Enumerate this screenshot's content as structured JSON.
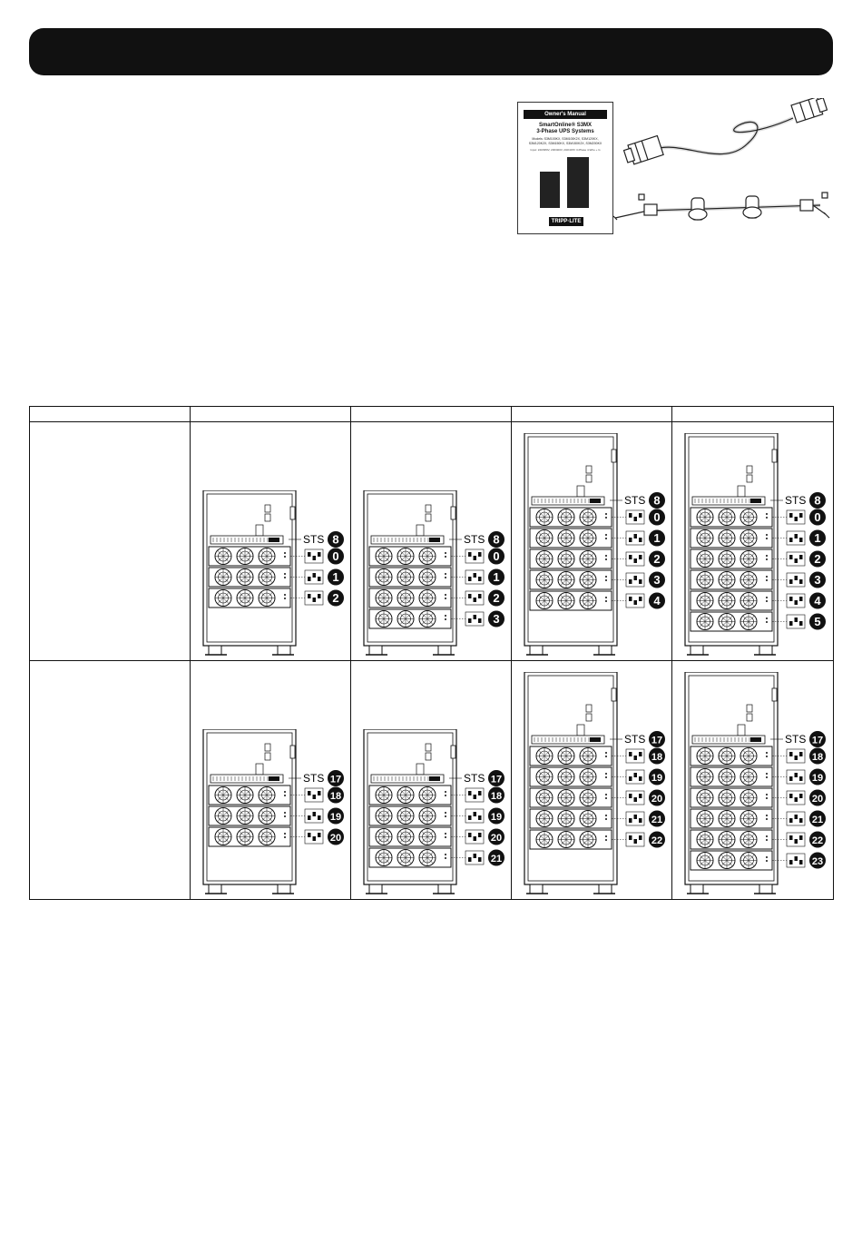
{
  "manual": {
    "header": "Owner's Manual",
    "title_line1": "SmartOnline® S3MX",
    "title_line2": "3-Phase UPS Systems",
    "models": "Models: S3M100KX, S3M100K2X, S3M120KX, S3M120K2X, S3M150KX, S3M150K2X, S3M200KX",
    "input": "Input: 220/380V, 230/400V, 240/415V 3-Phase 4-Wire + G",
    "logo": "TRIPP·LITE"
  },
  "table": {
    "headers": [
      "",
      "",
      "",
      "",
      ""
    ],
    "rows": [
      {
        "label": "",
        "cabinets": [
          {
            "sts_label": "STS",
            "sts_id": "8",
            "modules": [
              "0",
              "1",
              "2"
            ],
            "tall": false
          },
          {
            "sts_label": "STS",
            "sts_id": "8",
            "modules": [
              "0",
              "1",
              "2",
              "3"
            ],
            "tall": false
          },
          {
            "sts_label": "STS",
            "sts_id": "8",
            "modules": [
              "0",
              "1",
              "2",
              "3",
              "4"
            ],
            "tall": true
          },
          {
            "sts_label": "STS",
            "sts_id": "8",
            "modules": [
              "0",
              "1",
              "2",
              "3",
              "4",
              "5"
            ],
            "tall": true
          }
        ]
      },
      {
        "label": "",
        "cabinets": [
          {
            "sts_label": "STS",
            "sts_id": "17",
            "modules": [
              "18",
              "19",
              "20"
            ],
            "tall": false
          },
          {
            "sts_label": "STS",
            "sts_id": "17",
            "modules": [
              "18",
              "19",
              "20",
              "21"
            ],
            "tall": false
          },
          {
            "sts_label": "STS",
            "sts_id": "17",
            "modules": [
              "18",
              "19",
              "20",
              "21",
              "22"
            ],
            "tall": true
          },
          {
            "sts_label": "STS",
            "sts_id": "17",
            "modules": [
              "18",
              "19",
              "20",
              "21",
              "22",
              "23"
            ],
            "tall": true
          }
        ]
      }
    ]
  }
}
